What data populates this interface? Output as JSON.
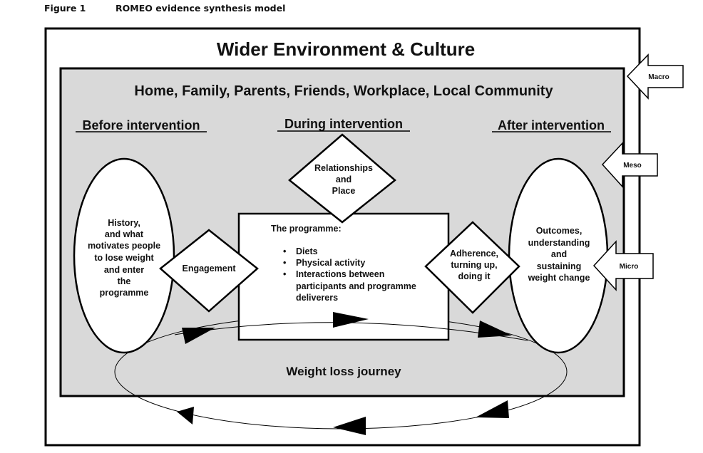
{
  "caption": {
    "figure_number": "Figure 1",
    "title": "ROMEO evidence synthesis model"
  },
  "outer_box": {
    "title": "Wider Environment & Culture"
  },
  "inner_box": {
    "title": "Home, Family, Parents, Friends, Workplace, Local Community"
  },
  "phases": {
    "before": "Before intervention",
    "during": "During intervention",
    "after": "After intervention"
  },
  "before_ellipse": {
    "lines": [
      "History,",
      "and what",
      "motivates people",
      "to lose weight",
      "and enter",
      "the",
      "programme"
    ]
  },
  "after_ellipse": {
    "lines": [
      "Outcomes,",
      "understanding",
      "and",
      "sustaining",
      "weight change"
    ]
  },
  "diamonds": {
    "engagement": {
      "lines": [
        "Engagement"
      ]
    },
    "relationships": {
      "lines": [
        "Relationships",
        "and",
        "Place"
      ]
    },
    "adherence": {
      "lines": [
        "Adherence,",
        "turning up,",
        " doing it"
      ]
    }
  },
  "programme_box": {
    "heading": "The programme:",
    "bullets": [
      {
        "lines": [
          "Diets"
        ]
      },
      {
        "lines": [
          "Physical activity"
        ]
      },
      {
        "lines": [
          "Interactions between",
          "participants and programme",
          "deliverers"
        ]
      }
    ]
  },
  "journey": {
    "label": "Weight loss journey"
  },
  "levels": [
    {
      "label": "Macro"
    },
    {
      "label": "Meso"
    },
    {
      "label": "Micro"
    }
  ],
  "colors": {
    "inner_fill": "#d9d9d9",
    "stroke": "#000000",
    "shape_fill": "#ffffff"
  }
}
